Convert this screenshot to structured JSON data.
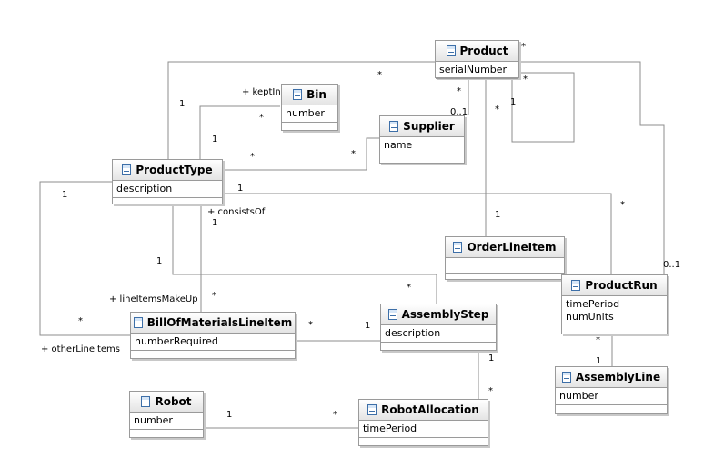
{
  "classes": {
    "product": {
      "name": "Product",
      "attrs": [
        "serialNumber"
      ]
    },
    "bin": {
      "name": "Bin",
      "attrs": [
        "number"
      ]
    },
    "supplier": {
      "name": "Supplier",
      "attrs": [
        "name"
      ]
    },
    "product_type": {
      "name": "ProductType",
      "attrs": [
        "description"
      ]
    },
    "order_line_item": {
      "name": "OrderLineItem",
      "attrs": []
    },
    "product_run": {
      "name": "ProductRun",
      "attrs": [
        "timePeriod",
        "numUnits"
      ]
    },
    "bill_of_materials_line_item": {
      "name": "BillOfMaterialsLineItem",
      "attrs": [
        "numberRequired"
      ]
    },
    "assembly_step": {
      "name": "AssemblyStep",
      "attrs": [
        "description"
      ]
    },
    "assembly_line": {
      "name": "AssemblyLine",
      "attrs": [
        "number"
      ]
    },
    "robot": {
      "name": "Robot",
      "attrs": [
        "number"
      ]
    },
    "robot_allocation": {
      "name": "RobotAllocation",
      "attrs": [
        "timePeriod"
      ]
    }
  },
  "labels": {
    "product_star_top": "*",
    "product_star_left": "*",
    "product_star_right": "*",
    "product_star_below": "*",
    "product_star_self": "*",
    "product_one_self": "1",
    "product_zero_one_supplier": "0..1",
    "producttype_one_top": "1",
    "kept_in": "+ keptIn",
    "bin_star": "*",
    "bin_one": "1",
    "supplier_star_left": "*",
    "supplier_star_right": "*",
    "producttype_one_right": "1",
    "productrun_star_top": "*",
    "producttype_one_left": "1",
    "consists_of": "+ consistsOf",
    "consists_of_one": "1",
    "orderline_one": "1",
    "productrun_zero_one": "0..1",
    "producttype_one_bottom": "1",
    "assemblystep_star": "*",
    "line_items_make_up": "+ lineItemsMakeUp",
    "bom_star_top": "*",
    "bom_star_left": "*",
    "other_line_items": "+ otherLineItems",
    "bom_star_right": "*",
    "assemblystep_one": "1",
    "productrun_star_bottom": "*",
    "assemblyline_one": "1",
    "assemblystep_one_bottom": "1",
    "robotalloc_star_top": "*",
    "robot_one": "1",
    "robotalloc_star_left": "*"
  }
}
